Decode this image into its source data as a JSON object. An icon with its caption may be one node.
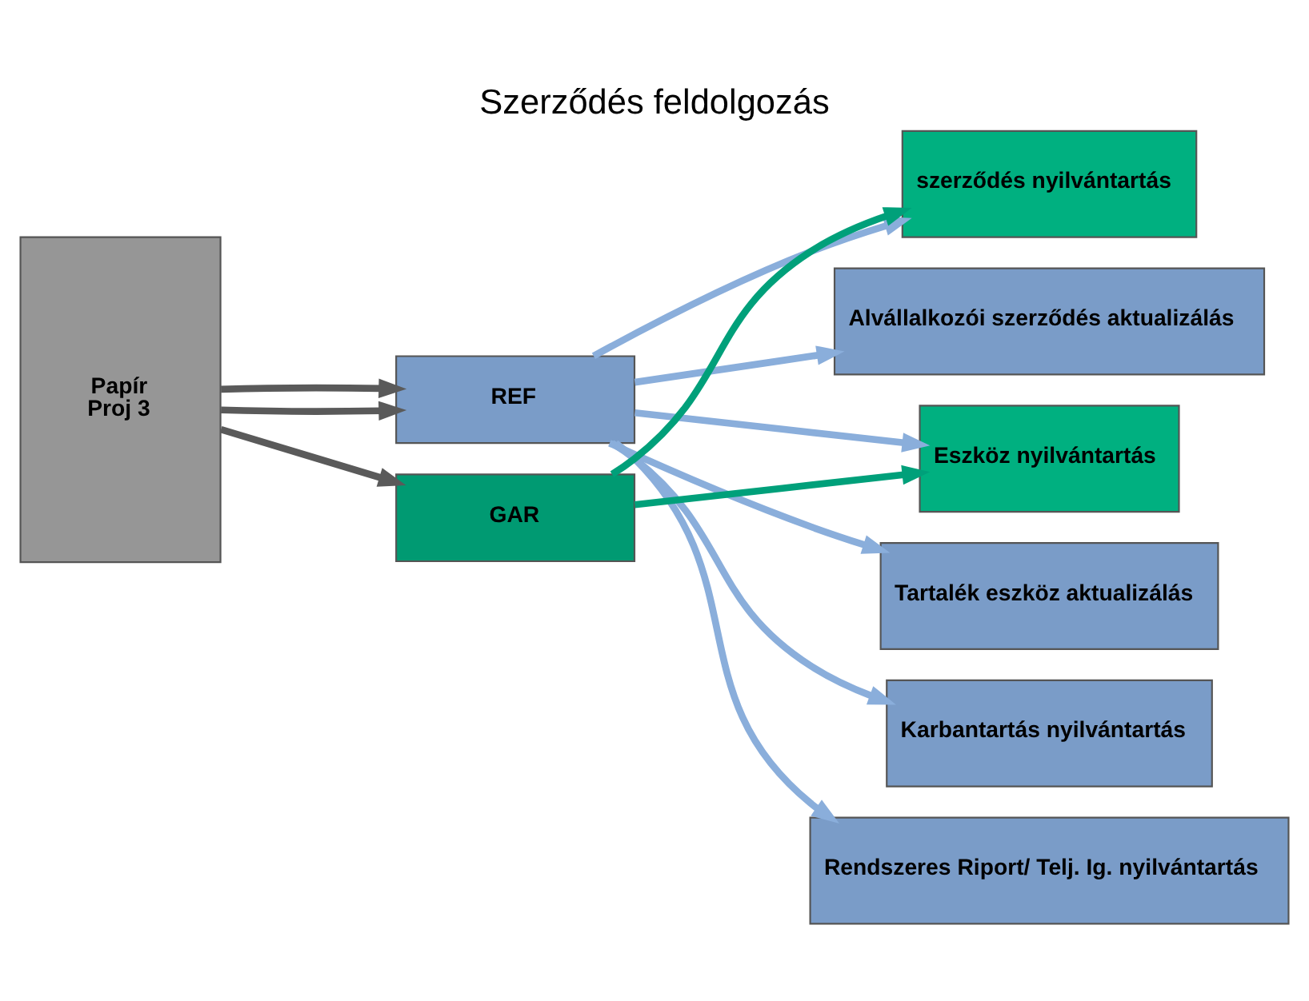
{
  "diagram": {
    "title": "Szerződés feldolgozás",
    "nodes": [
      {
        "text": [
          "Papír",
          "Proj 3"
        ]
      },
      {
        "text": [
          "REF"
        ]
      },
      {
        "text": [
          "GAR"
        ]
      },
      {
        "text": [
          "szerződés nyilvántartás"
        ]
      },
      {
        "text": [
          "Alvállalkozói szerződés aktualizálás"
        ]
      },
      {
        "text": [
          "Eszköz nyilvántartás"
        ]
      },
      {
        "text": [
          "Tartalék eszköz aktualizálás"
        ]
      },
      {
        "text": [
          "Karbantartás nyilvántartás"
        ]
      },
      {
        "text": [
          "Rendszeres Riport/ Telj. Ig. nyilvántartás"
        ]
      }
    ],
    "edges": [
      {
        "from": 0,
        "to": 1,
        "arrow": "to",
        "color": "#5a5a5a"
      },
      {
        "from": 0,
        "to": 1,
        "arrow": "to",
        "color": "#5a5a5a"
      },
      {
        "from": 0,
        "to": 2,
        "arrow": "to",
        "color": "#5a5a5a"
      },
      {
        "from": 1,
        "to": 3,
        "arrow": "to"
      },
      {
        "from": 1,
        "to": 4,
        "arrow": "to"
      },
      {
        "from": 1,
        "to": 5,
        "arrow": "to"
      },
      {
        "from": 1,
        "to": 6,
        "arrow": "to"
      },
      {
        "from": 1,
        "to": 7,
        "arrow": "to"
      },
      {
        "from": 1,
        "to": 8,
        "arrow": "to"
      },
      {
        "from": 2,
        "to": 3,
        "arrow": "to",
        "color": "#00a07a"
      },
      {
        "from": 2,
        "to": 5,
        "arrow": "to",
        "color": "#00a07a"
      }
    ]
  }
}
